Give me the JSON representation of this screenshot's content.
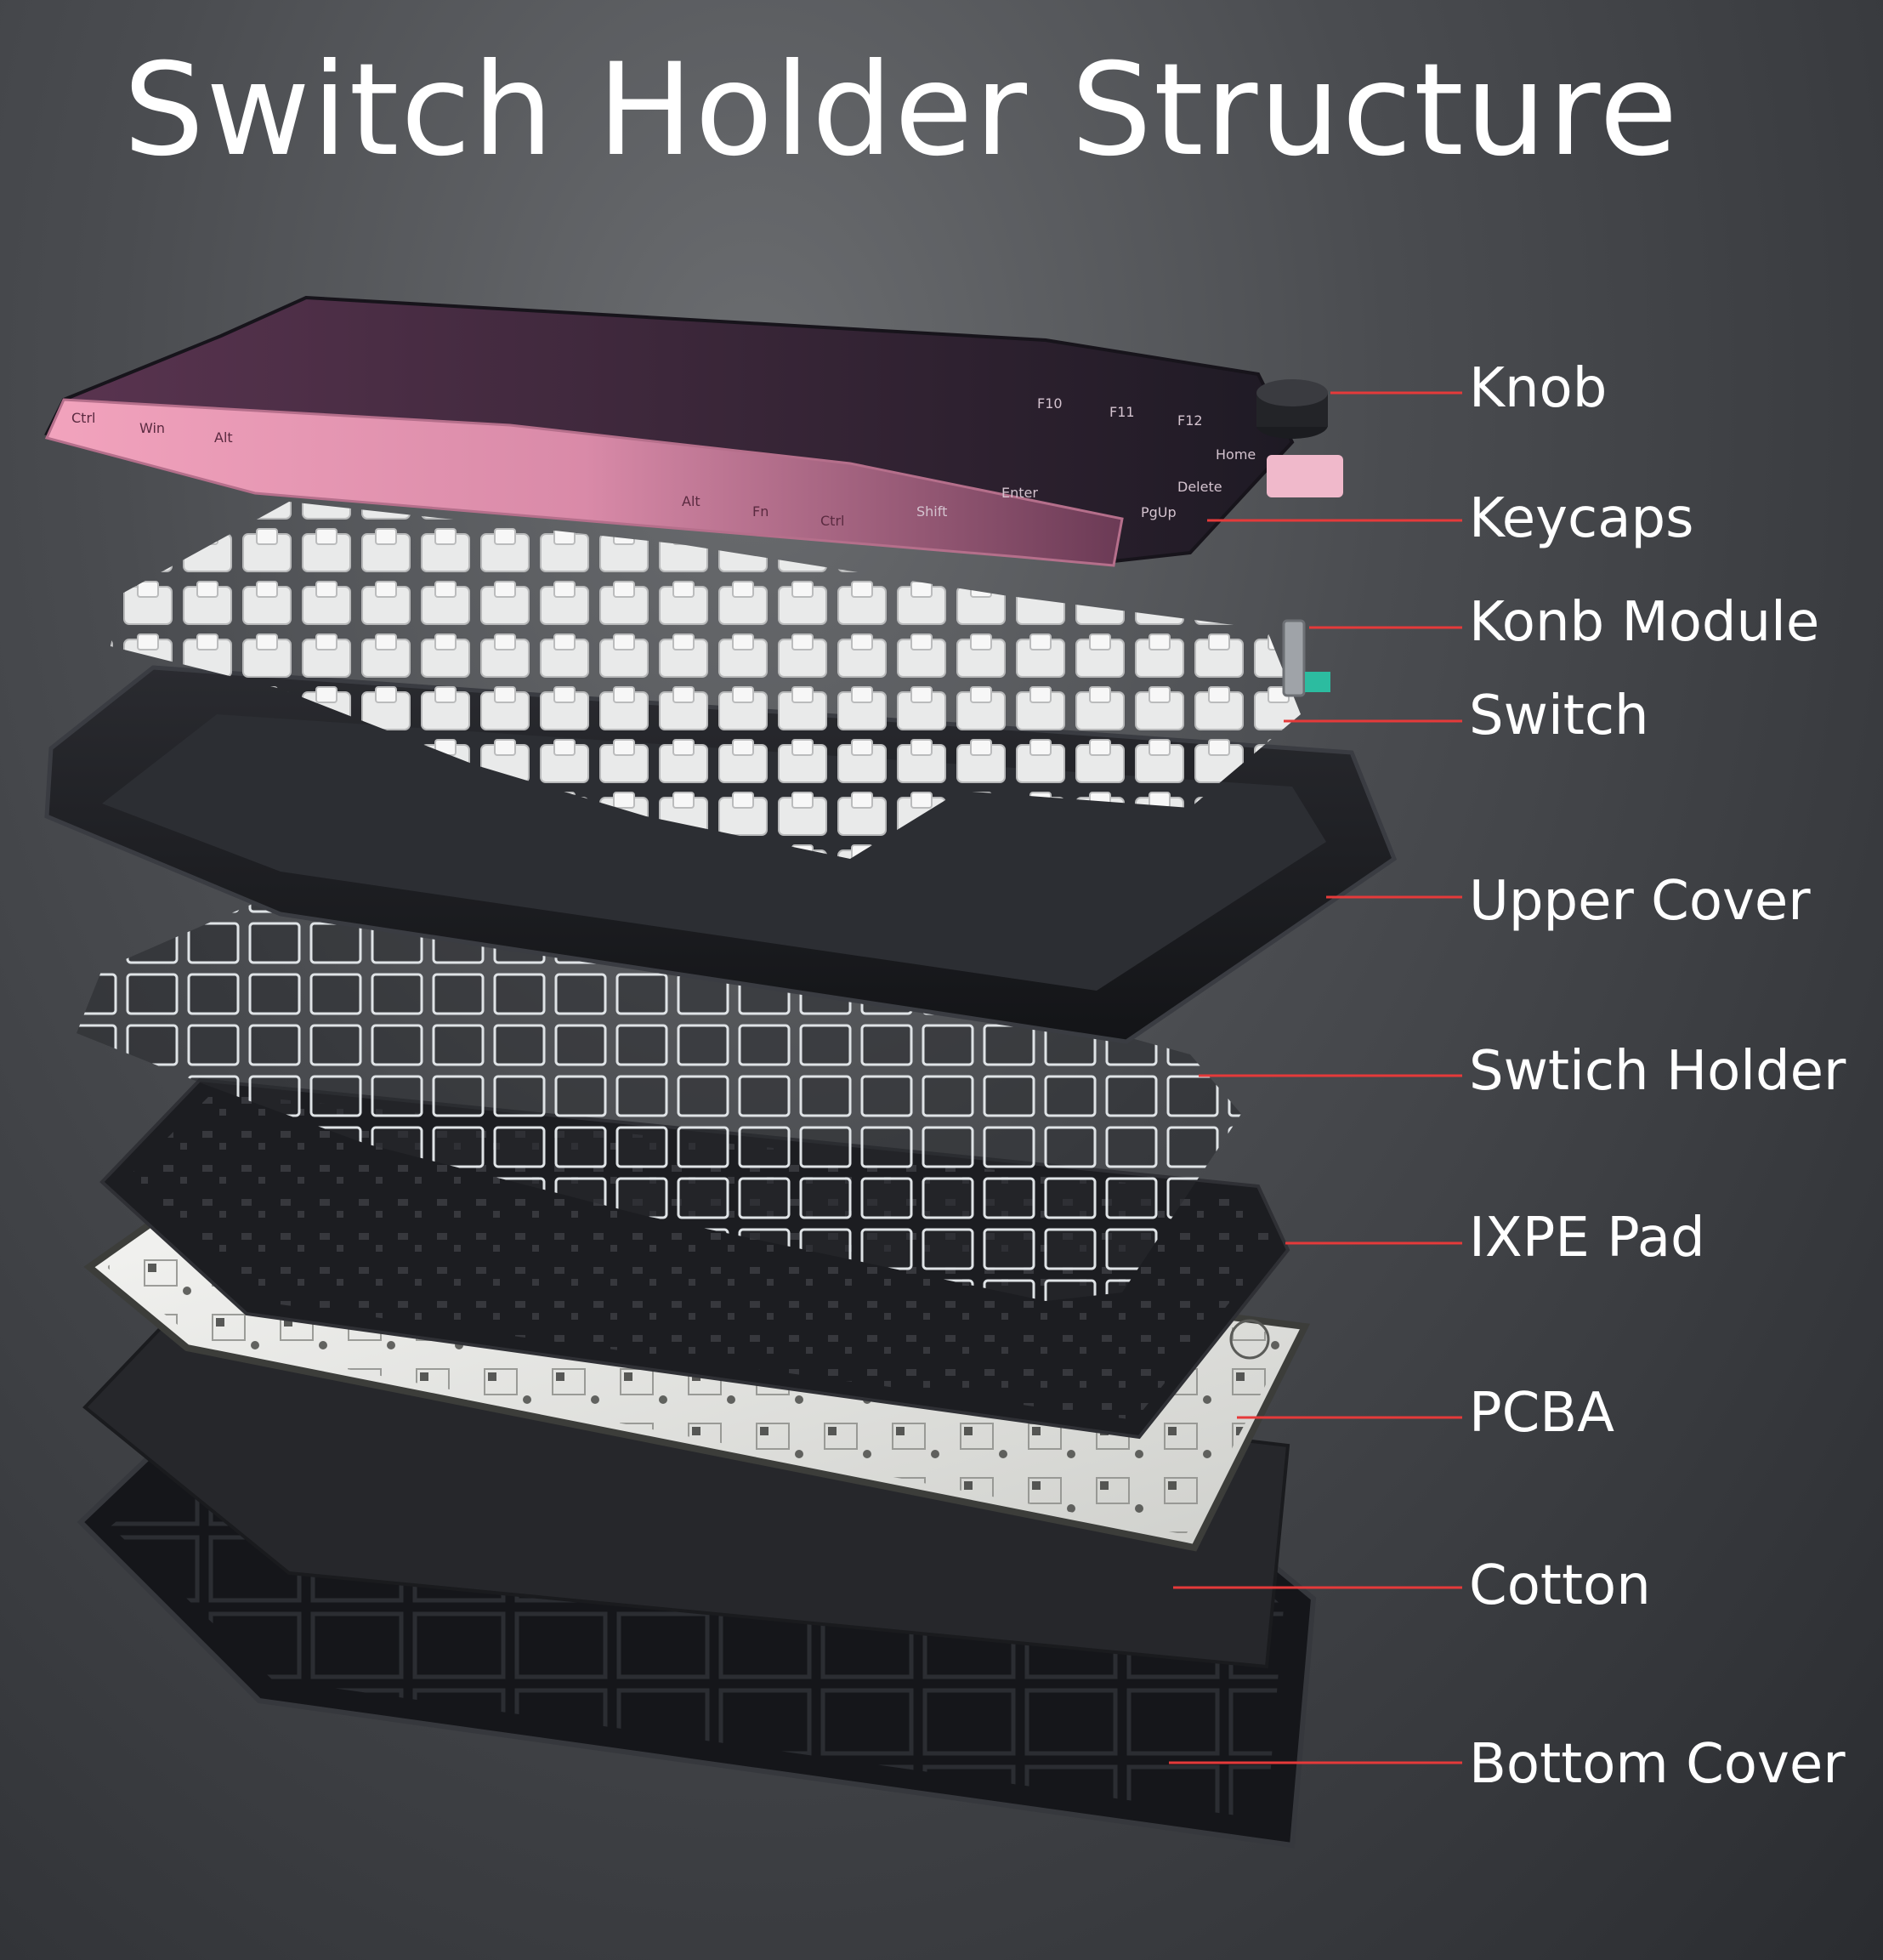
{
  "title": "Switch Holder Structure",
  "accent_color": "#e53a3a",
  "keycap_legends": [
    "Ctrl",
    "Win",
    "Alt",
    "Alt",
    "Fn",
    "Ctrl",
    "Shift",
    "Enter",
    "Home",
    "Delete",
    "PgUp",
    "F10",
    "F11",
    "F12"
  ],
  "labels": {
    "knob": "Knob",
    "keycaps": "Keycaps",
    "knob_module": "Konb Module",
    "switch": "Switch",
    "upper_cover": "Upper Cover",
    "switch_holder": "Swtich Holder",
    "ixpe_pad": "IXPE Pad",
    "pcba": "PCBA",
    "cotton": "Cotton",
    "bottom_cover": "Bottom Cover"
  }
}
